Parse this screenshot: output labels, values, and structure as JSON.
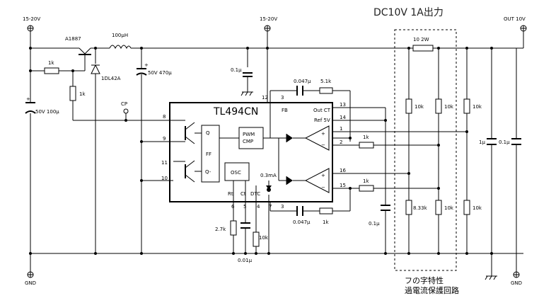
{
  "header": {
    "title": "DC10V 1A出力"
  },
  "terminals": {
    "in_left": "15-20V",
    "in_mid": "15-20V",
    "out": "OUT 10V",
    "gnd_left": "GND",
    "gnd_right": "GND"
  },
  "ic": {
    "name": "TL494CN",
    "ff_q": "Q",
    "ff_label": "FF",
    "ff_qbar": "Q-",
    "pwm": "PWM",
    "cmp": "CMP",
    "osc": "OSC",
    "fb": "FB",
    "out_ct": "Out CT",
    "ref": "Ref 5V",
    "rt": "Rt",
    "ct": "Ct",
    "dtc": "DTC",
    "current": "0.3mA",
    "pins": [
      "8",
      "9",
      "11",
      "10",
      "12",
      "3",
      "13",
      "14",
      "1",
      "2",
      "16",
      "15",
      "6",
      "5",
      "4",
      "7",
      "3"
    ]
  },
  "components": {
    "q1": "A1887",
    "l1": "100μH",
    "r_base": "1k",
    "r_be": "1k",
    "c_in": "50V 100μ",
    "diode": "1DL42A",
    "c_bulk": "50V 470μ",
    "c_vcc": "0.1μ",
    "cp": "CP",
    "c_fb1": "0.047μ",
    "r_fb1": "5.1k",
    "r_in1": "1k",
    "r_in2": "1k",
    "c_fb2": "0.047μ",
    "r_fb2": "1k",
    "r_rt": "2.7k",
    "c_ct": "0.01μ",
    "r_dtc": "10k",
    "c_ref": "0.1μ",
    "r_sense": "10 2W",
    "r_a1": "10k",
    "r_a2": "10k",
    "r_b1": "8.33k",
    "r_b2": "10k",
    "r_c1": "10k",
    "r_c2": "10k",
    "c_out1": "1μ",
    "c_out2": "0.1μ"
  },
  "notes": {
    "line1": "フの字特性",
    "line2": "過電流保護回路"
  }
}
